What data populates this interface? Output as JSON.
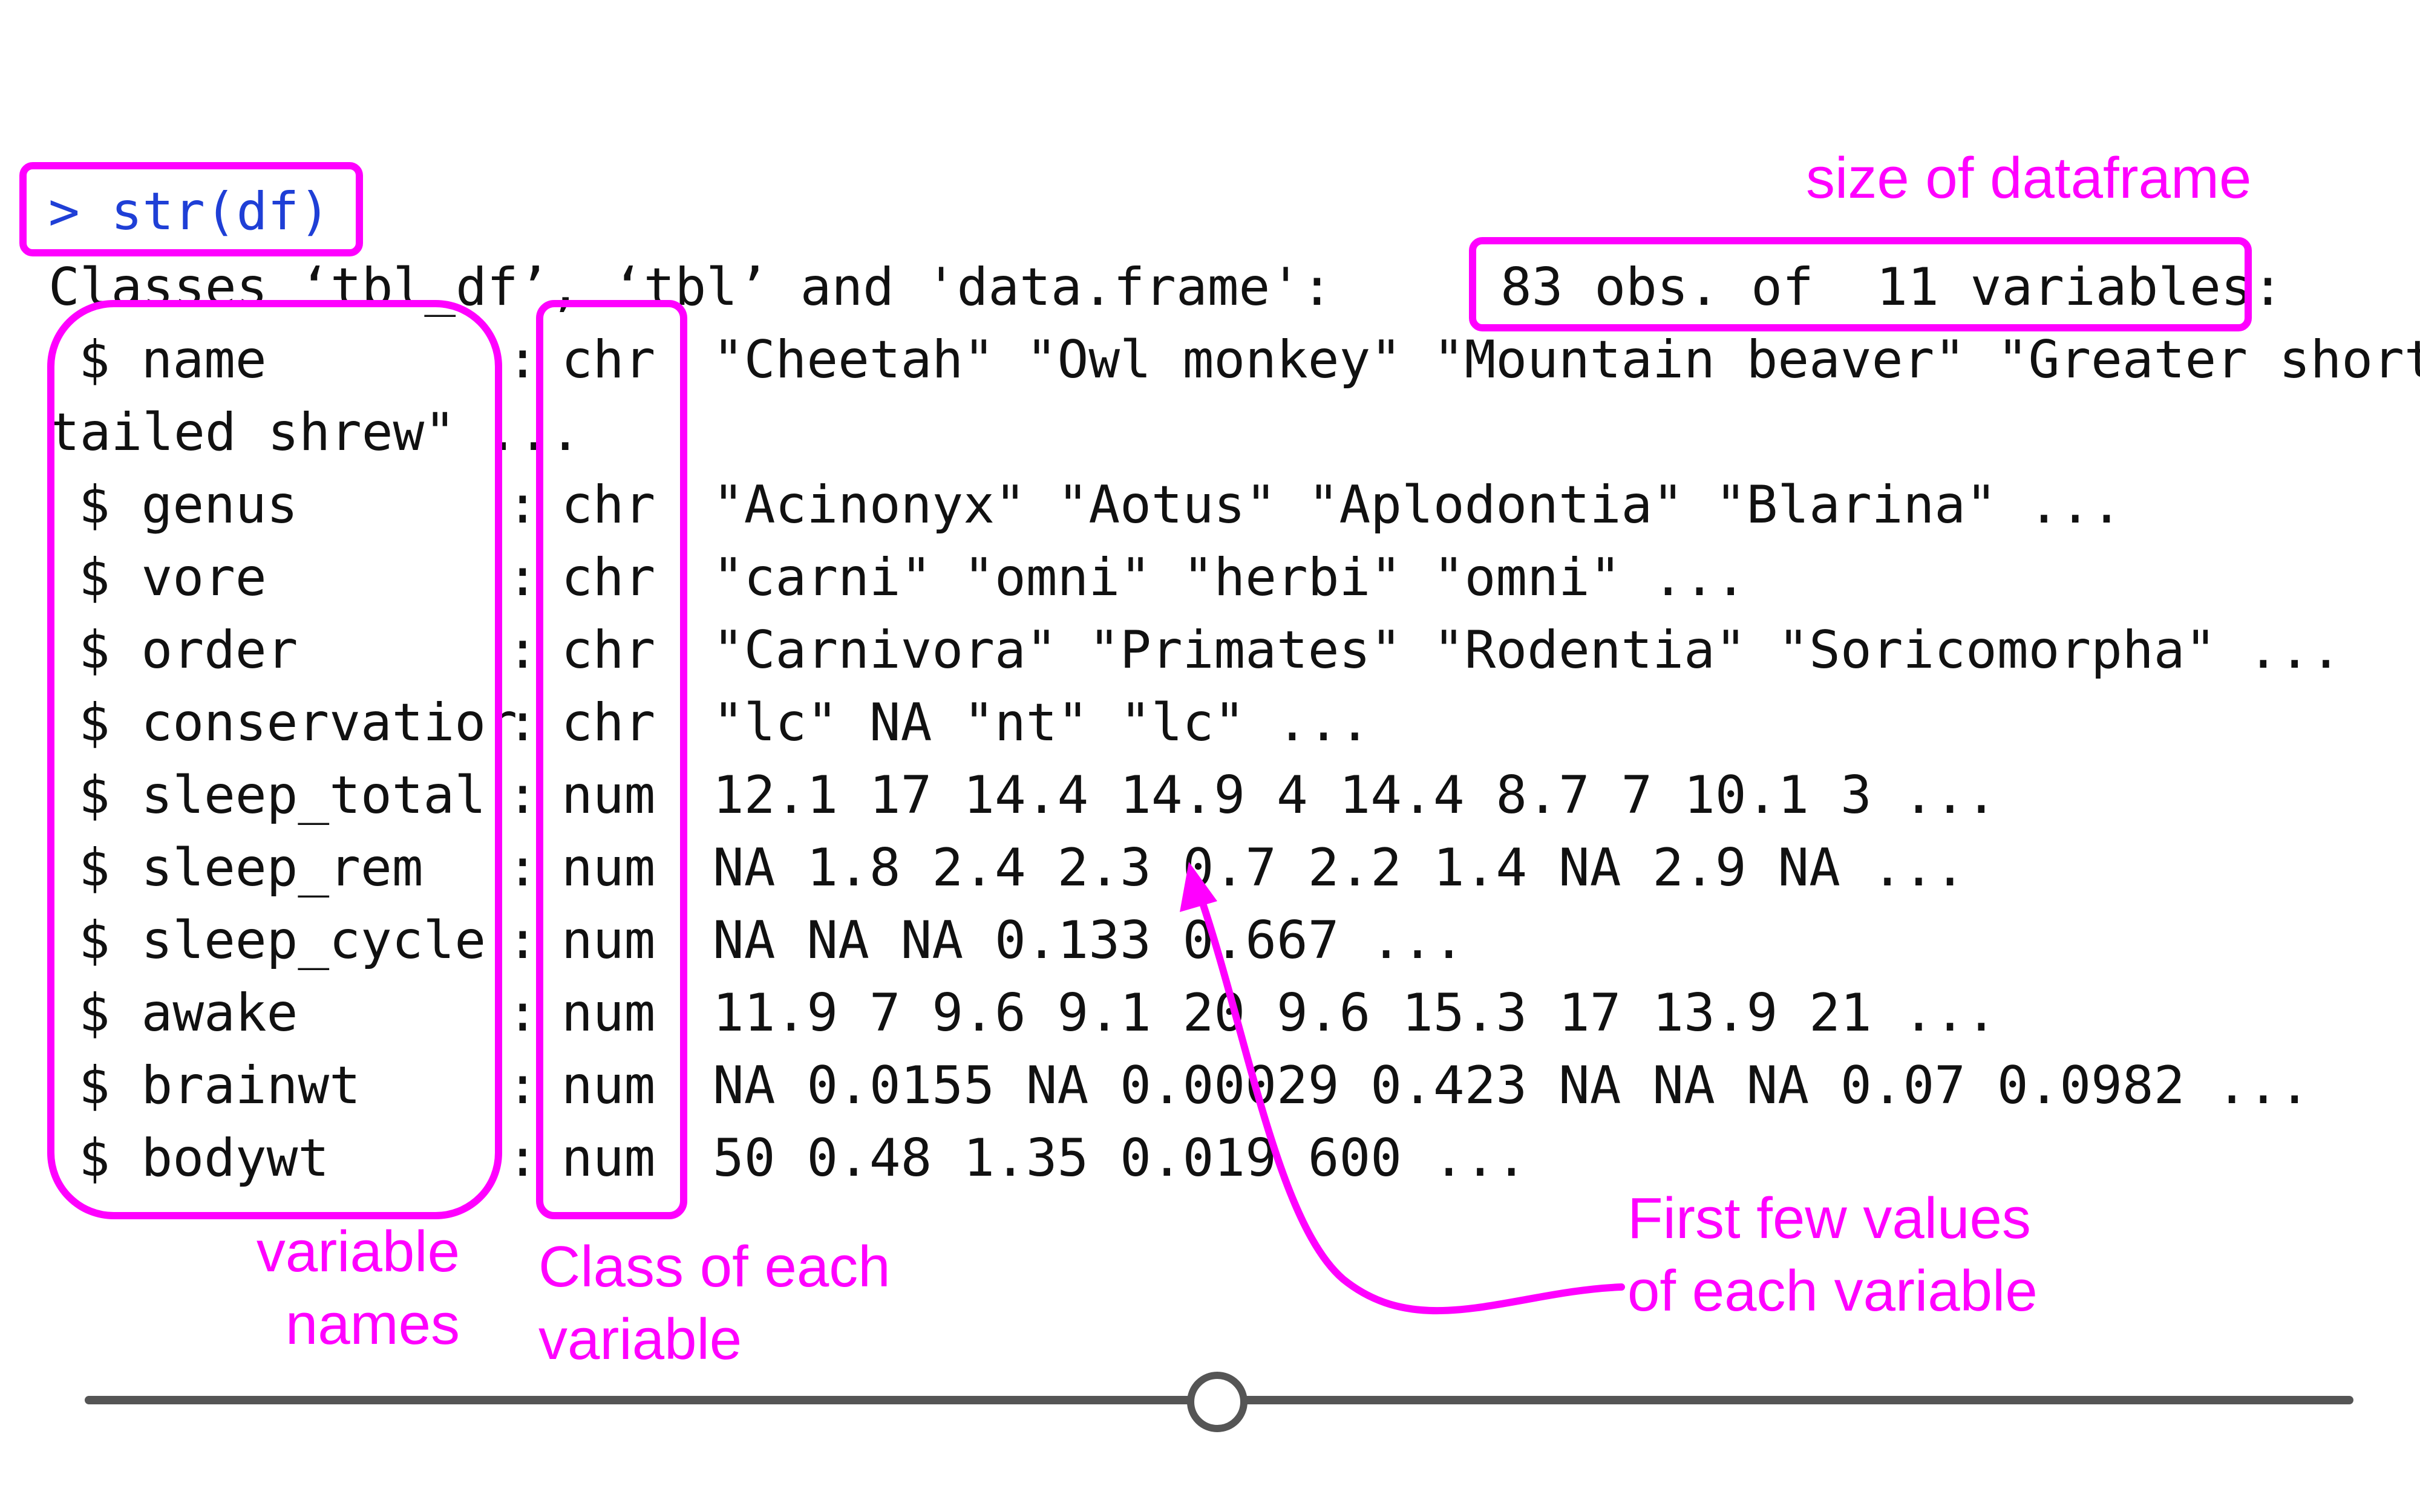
{
  "console": {
    "prompt": "> str(df)",
    "header_left": "Classes ‘tbl_df’, ‘tbl’ and 'data.frame':",
    "header_right": "83 obs. of  11 variables:",
    "wrap_text": "tailed shrew\" ...",
    "rows": [
      {
        "name": "$ name",
        "colon": ":",
        "cls": "chr",
        "values": "\"Cheetah\" \"Owl monkey\" \"Mountain beaver\" \"Greater short-"
      },
      {
        "name": "$ genus",
        "colon": ":",
        "cls": "chr",
        "values": "\"Acinonyx\" \"Aotus\" \"Aplodontia\" \"Blarina\" ..."
      },
      {
        "name": "$ vore",
        "colon": ":",
        "cls": "chr",
        "values": "\"carni\" \"omni\" \"herbi\" \"omni\" ..."
      },
      {
        "name": "$ order",
        "colon": ":",
        "cls": "chr",
        "values": "\"Carnivora\" \"Primates\" \"Rodentia\" \"Soricomorpha\" ..."
      },
      {
        "name": "$ conservatior",
        "colon": ":",
        "cls": "chr",
        "values": "\"lc\" NA \"nt\" \"lc\" ..."
      },
      {
        "name": "$ sleep_total",
        "colon": ":",
        "cls": "num",
        "values": "12.1 17 14.4 14.9 4 14.4 8.7 7 10.1 3 ..."
      },
      {
        "name": "$ sleep_rem",
        "colon": ":",
        "cls": "num",
        "values": "NA 1.8 2.4 2.3 0.7 2.2 1.4 NA 2.9 NA ..."
      },
      {
        "name": "$ sleep_cycle",
        "colon": ":",
        "cls": "num",
        "values": "NA NA NA 0.133 0.667 ..."
      },
      {
        "name": "$ awake",
        "colon": ":",
        "cls": "num",
        "values": "11.9 7 9.6 9.1 20 9.6 15.3 17 13.9 21 ..."
      },
      {
        "name": "$ brainwt",
        "colon": ":",
        "cls": "num",
        "values": "NA 0.0155 NA 0.00029 0.423 NA NA NA 0.07 0.0982 ..."
      },
      {
        "name": "$ bodywt",
        "colon": ":",
        "cls": "num",
        "values": "50 0.48 1.35 0.019 600 ..."
      }
    ]
  },
  "annotations": {
    "size_of_dataframe": "size of dataframe",
    "variable_names_line1": "variable",
    "variable_names_line2": "names",
    "class_line1": "Class of each",
    "class_line2": "variable",
    "first_values_line1": "First few values",
    "first_values_line2": "of each variable"
  },
  "colors": {
    "annotation": "#ff00ff",
    "prompt": "#1f3fd6",
    "text": "#111111",
    "slider": "#555555"
  },
  "slider": {
    "position_fraction": 0.5
  }
}
